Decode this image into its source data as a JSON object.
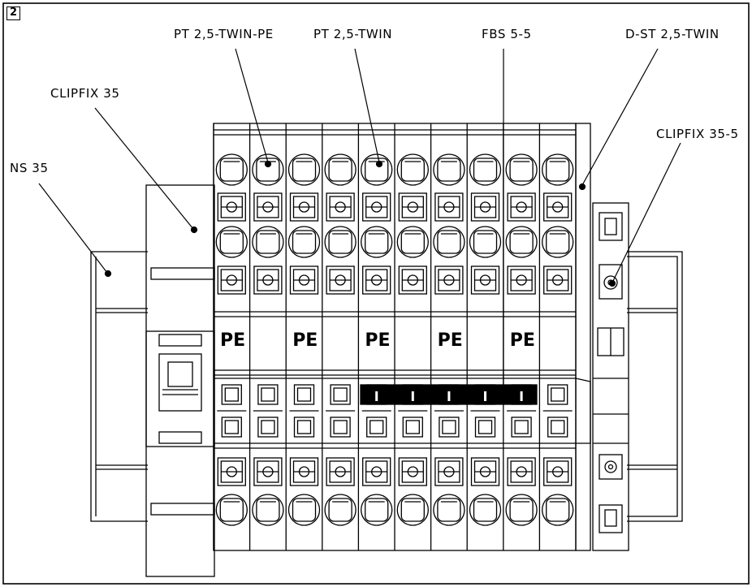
{
  "figure_number": "2",
  "labels": {
    "pt_twin_pe": "PT 2,5-TWIN-PE",
    "pt_twin": "PT 2,5-TWIN",
    "fbs": "FBS 5-5",
    "dst": "D-ST 2,5-TWIN",
    "clipfix": "CLIPFIX 35",
    "clipfix5": "CLIPFIX 35-5",
    "ns35": "NS 35"
  },
  "pe_marking": "PE"
}
